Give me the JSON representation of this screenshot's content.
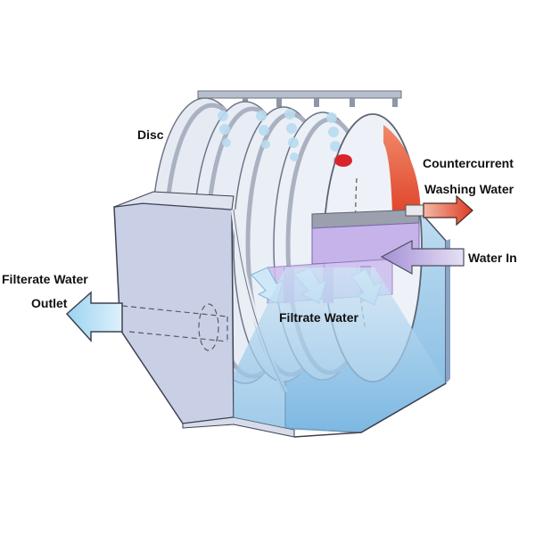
{
  "labels": {
    "disc": "Disc",
    "countercurrent": "Countercurrent",
    "washing_water": "Washing Water",
    "water_in": "Water In",
    "filterate_water": "Filterate Water",
    "outlet": "Outlet",
    "filtrate_water": "Filtrate Water"
  },
  "colors": {
    "housing": "#c9d0e6",
    "housing_edge": "#4a4f5e",
    "disc_face": "#e6ebf3",
    "disc_rim": "#9aa3b3",
    "water_blue": "#8fc3e6",
    "outlet_arrow": "#7cc4e8",
    "wash_arrow": "#e0503a",
    "inlet_arrow": "#b7a6dd",
    "inlet_channel": "#b69be0",
    "red_chamber": "#e8623f"
  }
}
